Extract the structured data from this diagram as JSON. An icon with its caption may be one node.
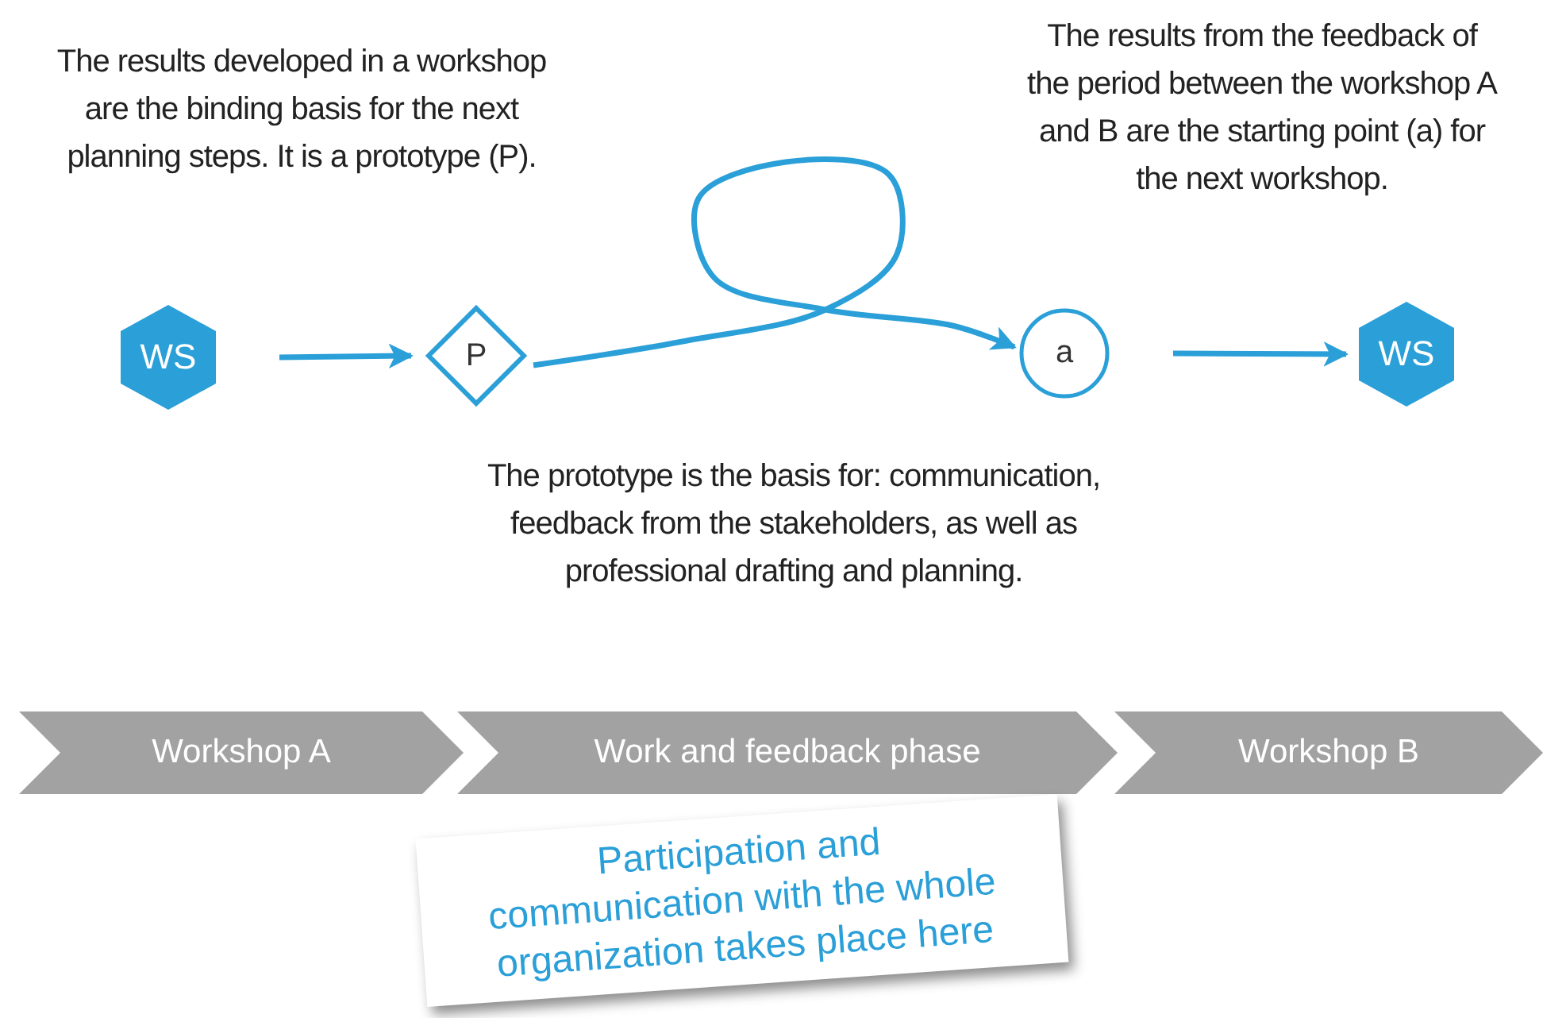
{
  "diagram": {
    "nodes": [
      {
        "text": [
          "WS"
        ]
      },
      {
        "text": [
          "P"
        ]
      },
      {
        "text": [
          "a"
        ]
      },
      {
        "text": [
          "WS"
        ]
      },
      {
        "text": [
          "Workshop A"
        ]
      },
      {
        "text": [
          "Work and feedback phase"
        ]
      },
      {
        "text": [
          "Workshop B"
        ]
      },
      {
        "text": [
          "Participation and communication with the whole organization takes place here"
        ]
      }
    ],
    "edges": [
      {
        "from": 0,
        "to": 1,
        "arrow": "to"
      },
      {
        "from": 1,
        "to": 2,
        "arrow": "to"
      },
      {
        "from": 2,
        "to": 3,
        "arrow": "to"
      }
    ],
    "labels": [
      "The results developed in a workshop are the binding basis for the next planning steps. It is a prototype (P).",
      "The results from the feedback of the period between the workshop A and B are the starting point (a) for the next workshop.",
      "The prototype is the basis for: communication, feedback from the stakeholders, as well as professional drafting and planning."
    ]
  }
}
